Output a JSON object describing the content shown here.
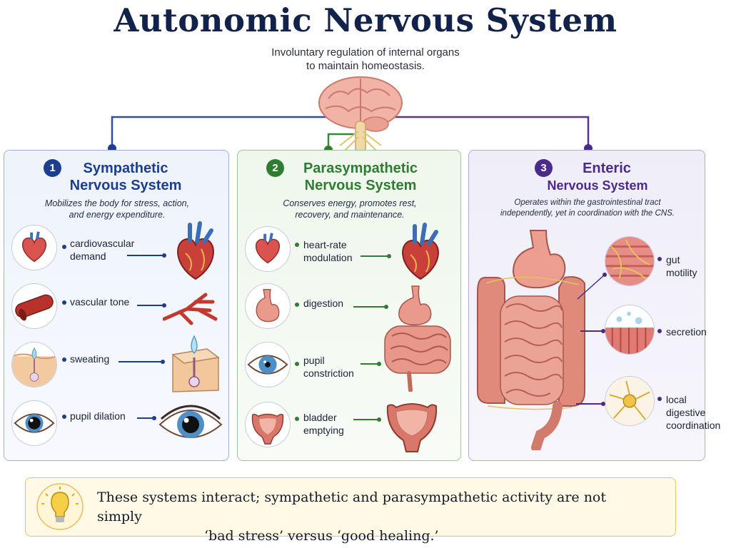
{
  "header": {
    "title": "Autonomic Nervous System",
    "subtitle_line1": "Involuntary regulation of internal organs",
    "subtitle_line2": "to maintain homeostasis."
  },
  "colors": {
    "sympathetic": "#1d3d8f",
    "parasympathetic": "#2e7d32",
    "enteric": "#4b2a8a",
    "title": "#13224a",
    "note_border": "#e7c65e"
  },
  "panels": [
    {
      "number": "1",
      "heading_line1": "Sympathetic",
      "heading_line2": "Nervous System",
      "desc_line1": "Mobilizes the body for stress, action,",
      "desc_line2": "and energy expenditure.",
      "items": [
        {
          "label_line1": "cardiovascular",
          "label_line2": "demand",
          "icon": "heart-icon"
        },
        {
          "label_line1": "vascular tone",
          "label_line2": "",
          "icon": "blood-vessel-icon"
        },
        {
          "label_line1": "sweating",
          "label_line2": "",
          "icon": "sweat-gland-icon"
        },
        {
          "label_line1": "pupil dilation",
          "label_line2": "",
          "icon": "dilated-eye-icon"
        }
      ]
    },
    {
      "number": "2",
      "heading_line1": "Parasympathetic",
      "heading_line2": "Nervous System",
      "desc_line1": "Conserves energy, promotes rest,",
      "desc_line2": "recovery, and maintenance.",
      "items": [
        {
          "label_line1": "heart-rate",
          "label_line2": "modulation",
          "icon": "heart-icon"
        },
        {
          "label_line1": "digestion",
          "label_line2": "",
          "icon": "stomach-icon"
        },
        {
          "label_line1": "pupil",
          "label_line2": "constriction",
          "icon": "constricted-eye-icon"
        },
        {
          "label_line1": "bladder",
          "label_line2": "emptying",
          "icon": "bladder-icon"
        }
      ]
    },
    {
      "number": "3",
      "heading_line1": "Enteric",
      "heading_line2": "Nervous System",
      "desc_line1": "Operates within the gastrointestinal tract",
      "desc_line2": "independently, yet in coordination with the CNS.",
      "items": [
        {
          "label_line1": "gut motility",
          "label_line2": "",
          "icon": "muscle-fiber-icon"
        },
        {
          "label_line1": "secretion",
          "label_line2": "",
          "icon": "secretory-cells-icon"
        },
        {
          "label_line1": "local digestive",
          "label_line2": "coordination",
          "icon": "neuron-icon"
        }
      ]
    }
  ],
  "note": {
    "line1": "These systems interact; sympathetic and parasympathetic activity are not simply",
    "line2": "‘bad stress’ versus ‘good healing.’",
    "icon": "lightbulb-icon"
  }
}
